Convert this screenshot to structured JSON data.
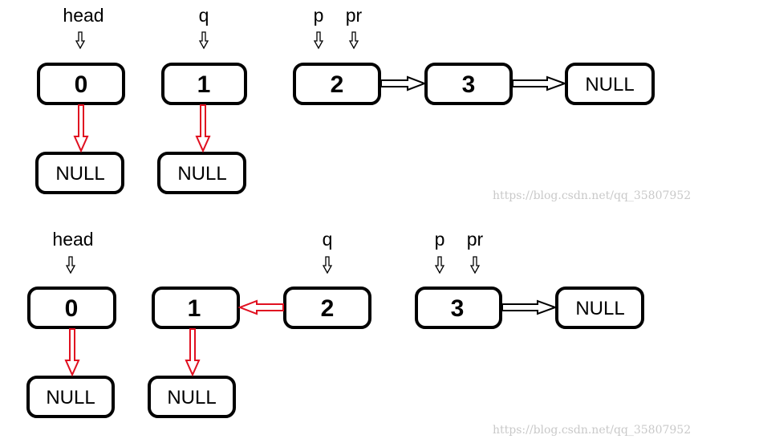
{
  "colors": {
    "box_stroke": "#000000",
    "link_red": "#e01020",
    "link_black": "#000000",
    "watermark": "#c9c9c9"
  },
  "top": {
    "labels": {
      "head": "head",
      "q": "q",
      "p": "p",
      "pr": "pr"
    },
    "nodes": [
      "0",
      "1",
      "2",
      "3"
    ],
    "null_text": "NULL"
  },
  "bottom": {
    "labels": {
      "head": "head",
      "q": "q",
      "p": "p",
      "pr": "pr"
    },
    "nodes": [
      "0",
      "1",
      "2",
      "3"
    ],
    "null_text": "NULL"
  },
  "watermark": "https://blog.csdn.net/qq_35807952"
}
